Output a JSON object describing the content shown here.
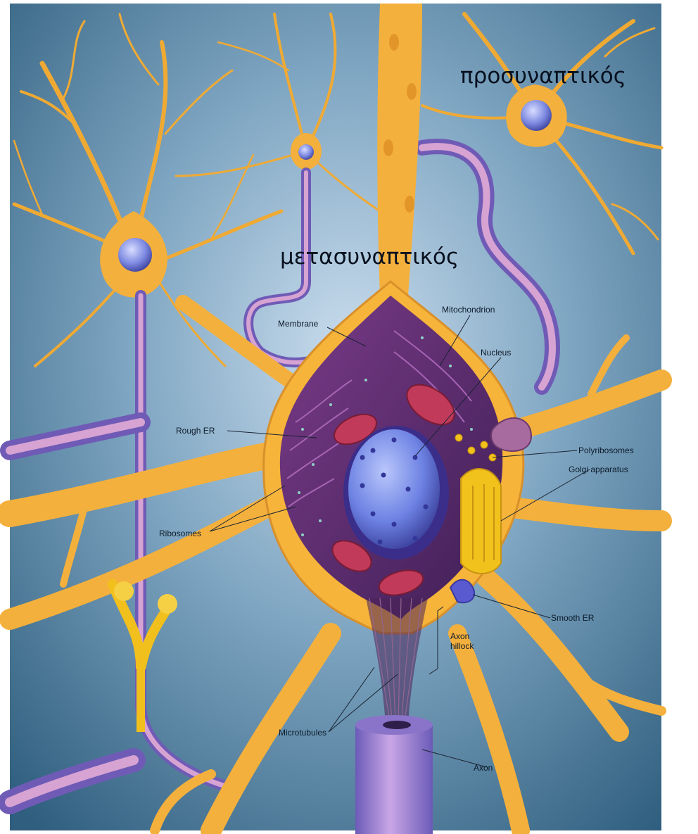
{
  "overlay_labels": {
    "presynaptic": "προσυναπτικός",
    "postsynaptic": "μετασυναπτικός"
  },
  "organelle_labels": {
    "membrane": "Membrane",
    "mitochondrion": "Mitochondrion",
    "nucleus": "Nucleus",
    "rough_er": "Rough ER",
    "polyribosomes": "Polyribosomes",
    "golgi_apparatus": "Golgi apparatus",
    "ribosomes": "Ribosomes",
    "smooth_er": "Smooth ER",
    "axon_hillock_line1": "Axon",
    "axon_hillock_line2": "hillock",
    "microtubules": "Microtubules",
    "axon": "Axon"
  },
  "colors": {
    "background": "#3f6f8e",
    "dendrite": "#f6b43a",
    "myelin": "#8a74c9",
    "nucleus": "#6f86e0",
    "cytoplasm": "#5b2c6e",
    "mitochondria": "#c23a5a",
    "golgi": "#f3c21c"
  }
}
